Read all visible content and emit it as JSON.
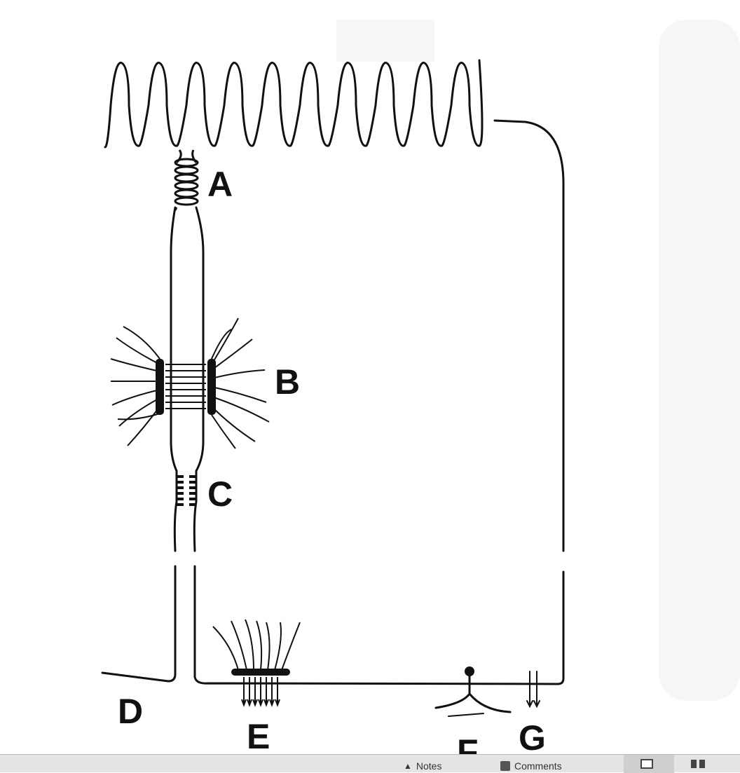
{
  "labels": {
    "a": "A",
    "b": "B",
    "c": "C",
    "d": "D",
    "e": "E",
    "f": "F",
    "g": "G"
  },
  "statusbar": {
    "notes_label": "Notes",
    "comments_label": "Comments"
  },
  "colors": {
    "line": "#111111",
    "statusbar_bg": "#e4e4e4"
  }
}
